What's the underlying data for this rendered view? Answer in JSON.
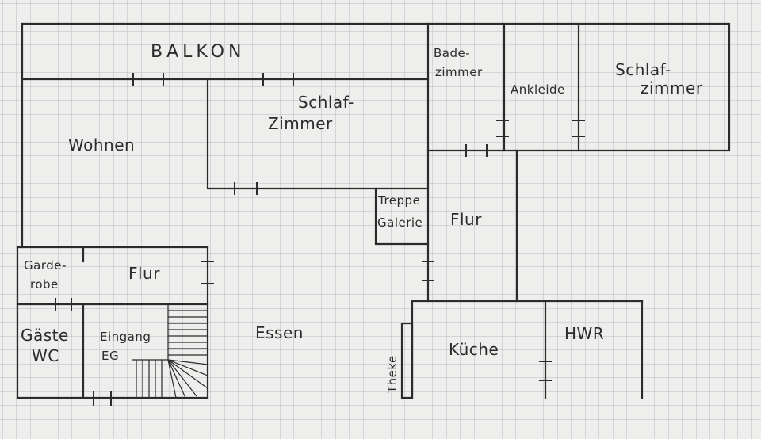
{
  "floorplan": {
    "rooms": {
      "balkon": "BALKON",
      "bade_zimmer": [
        "Bade-",
        "zimmer"
      ],
      "ankleide": "Ankleide",
      "schlaf_zimmer_right": [
        "Schlaf-",
        "zimmer"
      ],
      "schlaf_zimmer_mid": [
        "Schlaf-",
        "Zimmer"
      ],
      "wohnen": "Wohnen",
      "treppe_galerie": [
        "Treppe",
        "Galerie"
      ],
      "flur_right": "Flur",
      "garderobe": [
        "Garde-",
        "robe"
      ],
      "flur_left": "Flur",
      "gaeste_wc": [
        "Gäste",
        "WC"
      ],
      "eingang_eg": [
        "Eingang",
        "EG"
      ],
      "essen": "Essen",
      "theke": "Theke",
      "kueche": "Küche",
      "hwr": "HWR"
    },
    "colors": {
      "paper": "#eeeeec",
      "grid": "#b9bcc0",
      "ink": "#2b2b2b"
    }
  }
}
